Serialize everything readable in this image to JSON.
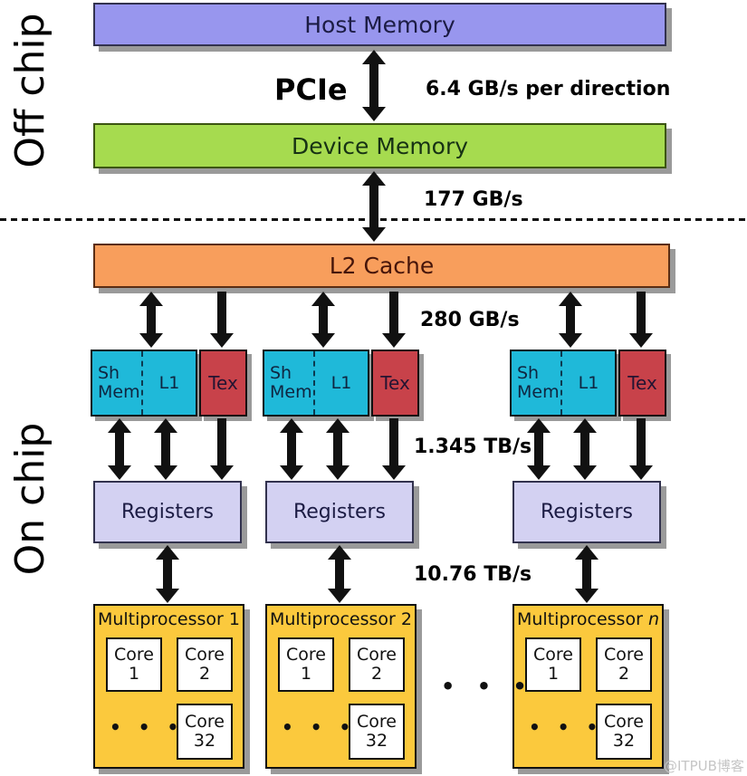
{
  "side_labels": {
    "off_chip": "Off chip",
    "on_chip": "On chip"
  },
  "memory": {
    "host": "Host Memory",
    "device": "Device Memory",
    "l2": "L2 Cache"
  },
  "bandwidth": {
    "pcie_label": "PCIe",
    "pcie_rate": "6.4 GB/s per direction",
    "device_l2_rate": "177 GB/s",
    "l2_sm_rate": "280 GB/s",
    "sm_registers_rate": "1.345 TB/s",
    "registers_mp_rate": "10.76 TB/s"
  },
  "sm_unit": {
    "sh_mem_line1": "Sh",
    "sh_mem_line2": "Mem",
    "l1": "L1",
    "tex": "Tex",
    "registers": "Registers"
  },
  "multiprocessors": [
    {
      "title_prefix": "Multiprocessor",
      "index": "1",
      "cores": [
        {
          "word": "Core",
          "num": "1"
        },
        {
          "word": "Core",
          "num": "2"
        },
        {
          "word": "Core",
          "num": "32"
        }
      ],
      "ellipsis": "• • •"
    },
    {
      "title_prefix": "Multiprocessor",
      "index": "2",
      "cores": [
        {
          "word": "Core",
          "num": "1"
        },
        {
          "word": "Core",
          "num": "2"
        },
        {
          "word": "Core",
          "num": "32"
        }
      ],
      "ellipsis": "• • •"
    },
    {
      "title_prefix": "Multiprocessor",
      "index": "n",
      "cores": [
        {
          "word": "Core",
          "num": "1"
        },
        {
          "word": "Core",
          "num": "2"
        },
        {
          "word": "Core",
          "num": "32"
        }
      ],
      "ellipsis": "• • •"
    }
  ],
  "mid_ellipsis": "• • •",
  "watermark": "@ITPUB博客",
  "colors": {
    "host_memory": "#9896ee",
    "device_memory": "#a6db4f",
    "l2_cache": "#f89e5c",
    "shared_l1": "#1fb9d9",
    "tex": "#c8424a",
    "registers": "#d3d1f2",
    "multiprocessor": "#fbc93d",
    "core": "#ffffff",
    "arrow": "#111111",
    "shadow": "#9a9a9a"
  }
}
